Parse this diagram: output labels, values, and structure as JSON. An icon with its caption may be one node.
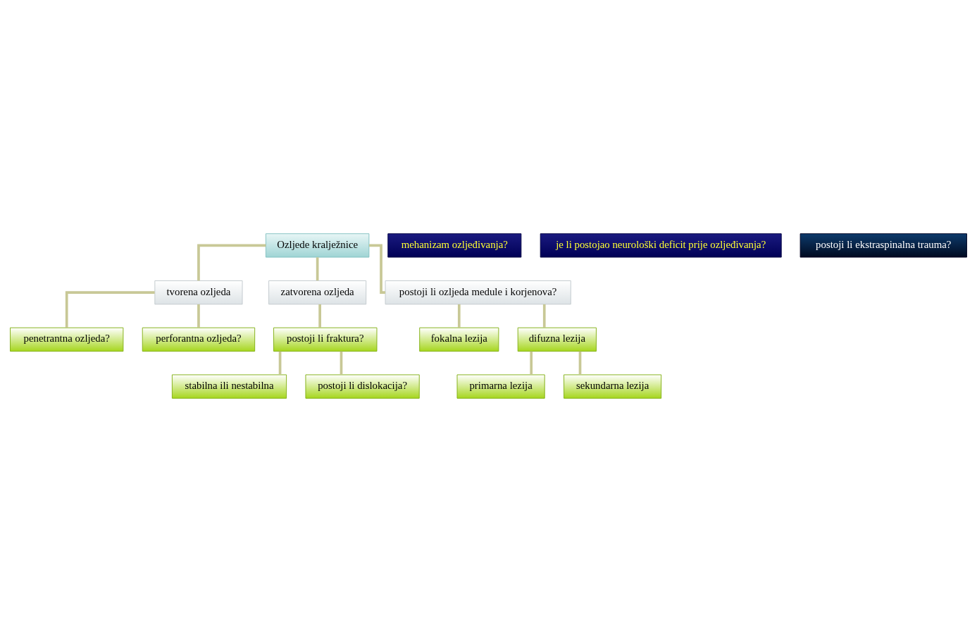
{
  "diagram": {
    "nodes": [
      {
        "text": [
          "Ozljede kralježnice"
        ]
      },
      {
        "text": [
          "tvorena ozljeda"
        ]
      },
      {
        "text": [
          "zatvorena ozljeda"
        ]
      },
      {
        "text": [
          "postoji li ozljeda medule i korjenova?"
        ]
      },
      {
        "text": [
          "penetrantna ozljeda?"
        ]
      },
      {
        "text": [
          "perforantna ozljeda?"
        ]
      },
      {
        "text": [
          "postoji li fraktura?"
        ]
      },
      {
        "text": [
          "stabilna ili nestabilna"
        ]
      },
      {
        "text": [
          "postoji li dislokacija?"
        ]
      },
      {
        "text": [
          "fokalna lezija"
        ]
      },
      {
        "text": [
          "difuzna lezija"
        ]
      },
      {
        "text": [
          "primarna lezija"
        ]
      },
      {
        "text": [
          "sekundarna lezija"
        ]
      },
      {
        "text": [
          "mehanizam ozljeđivanja?"
        ]
      },
      {
        "text": [
          "je li postojao neurološki deficit prije ozljeđivanja?"
        ]
      },
      {
        "text": [
          "postoji li ekstraspinalna trauma?"
        ]
      }
    ],
    "edges": [
      {
        "from": 0,
        "to": 1,
        "arrow": "none"
      },
      {
        "from": 0,
        "to": 2,
        "arrow": "none"
      },
      {
        "from": 0,
        "to": 3,
        "arrow": "none"
      },
      {
        "from": 1,
        "to": 4,
        "arrow": "none"
      },
      {
        "from": 1,
        "to": 5,
        "arrow": "none"
      },
      {
        "from": 2,
        "to": 6,
        "arrow": "none"
      },
      {
        "from": 6,
        "to": 7,
        "arrow": "none"
      },
      {
        "from": 6,
        "to": 8,
        "arrow": "none"
      },
      {
        "from": 3,
        "to": 9,
        "arrow": "none"
      },
      {
        "from": 3,
        "to": 10,
        "arrow": "none"
      },
      {
        "from": 10,
        "to": 11,
        "arrow": "none"
      },
      {
        "from": 10,
        "to": 12,
        "arrow": "none"
      }
    ]
  }
}
